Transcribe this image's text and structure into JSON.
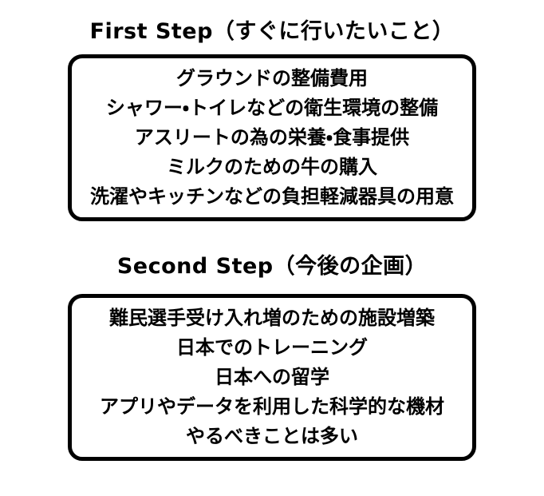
{
  "page": {
    "background_color": "#ffffff",
    "text_color": "#000000",
    "box_border_color": "#000000"
  },
  "sections": [
    {
      "heading": "First Step（すぐに行いたいこと）",
      "items": [
        "グラウンドの整備費用",
        "シャワー・トイレなどの衛生環境の整備",
        "アスリートの為の栄養・食事提供",
        "ミルクのための牛の購入",
        "洗濯やキッチンなどの負担軽減器具の用意"
      ]
    },
    {
      "heading": "Second Step（今後の企画）",
      "items": [
        "難民選手受け入れ増のための施設増築",
        "日本でのトレーニング",
        "日本への留学",
        "アプリやデータを利用した科学的な機材",
        "やるべきことは多い"
      ]
    }
  ]
}
